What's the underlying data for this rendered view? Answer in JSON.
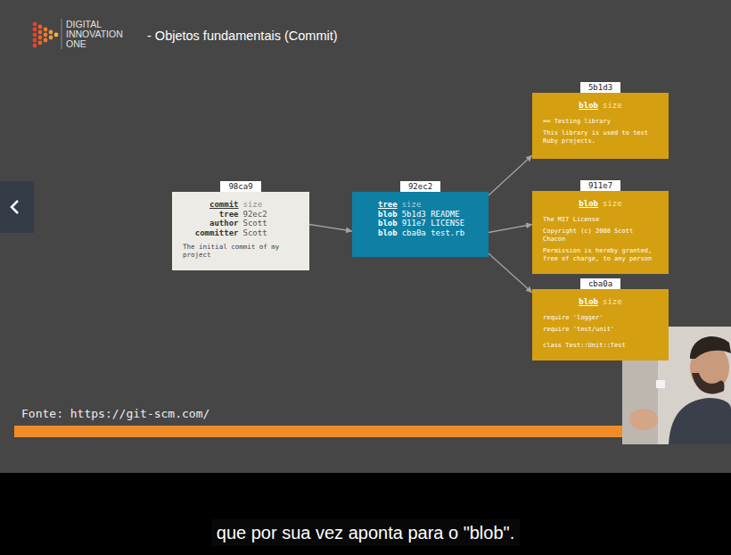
{
  "diagram": {
    "title": "- Objetos fundamentais (Commit)",
    "nodes": [
      {
        "text": [
          "98ca9",
          "commit",
          "size",
          "tree",
          "92ec2",
          "author",
          "Scott",
          "committer",
          "Scott",
          "The initial commit of my project"
        ]
      },
      {
        "text": [
          "92ec2",
          "tree",
          "size",
          "blob",
          "5b1d3 README",
          "blob",
          "911e7 LICENSE",
          "blob",
          "cba0a test.rb"
        ]
      },
      {
        "text": [
          "5b1d3",
          "blob",
          "size",
          "== Testing library",
          "This library is used to test Ruby projects."
        ]
      },
      {
        "text": [
          "911e7",
          "blob",
          "size",
          "The MIT License",
          "Copyright (c) 2008 Scott Chacon",
          "Permission is hereby granted, free of charge, to any person"
        ]
      },
      {
        "text": [
          "cba0a",
          "blob",
          "size",
          "require 'logger'",
          "require 'test/unit'",
          "class Test::Unit::Test"
        ]
      }
    ],
    "edges": [
      {
        "from": 0,
        "to": 1,
        "arrow": "to"
      },
      {
        "from": 1,
        "to": 2,
        "arrow": "to"
      },
      {
        "from": 1,
        "to": 3,
        "arrow": "to"
      },
      {
        "from": 1,
        "to": 4,
        "arrow": "to"
      }
    ],
    "labels": [
      "DIGITAL INNOVATION ONE",
      "Fonte: https://git-scm.com/",
      "que por sua vez aponta para o \"blob\"."
    ]
  }
}
